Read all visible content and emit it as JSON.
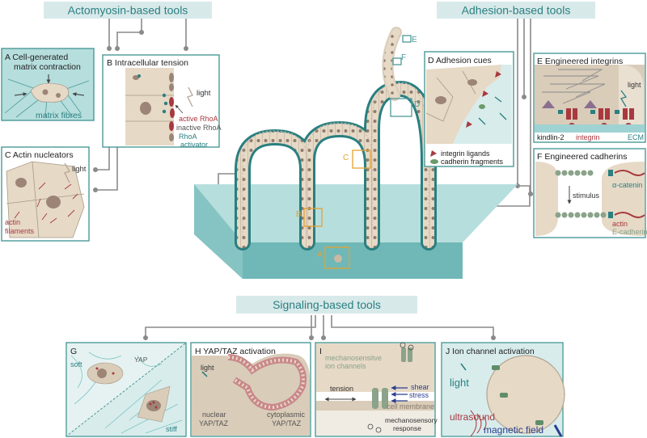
{
  "sections": {
    "actomyosin": "Actomyosin-based tools",
    "adhesion": "Adhesion-based tools",
    "signaling": "Signaling-based tools"
  },
  "panels": {
    "A": {
      "title_line1": "A Cell-generated",
      "title_line2": "matrix contraction",
      "label": "matrix fibres"
    },
    "B": {
      "title": "B  Intracellular tension",
      "light": "light",
      "active": "active RhoA",
      "inactive": "inactive RhoA",
      "activator1": "RhoA",
      "activator2": "activator"
    },
    "C": {
      "title": "C Actin nucleators",
      "light": "light",
      "actin1": "actin",
      "actin2": "filaments"
    },
    "D": {
      "title": "D  Adhesion cues",
      "legend1": "integrin ligands",
      "legend2": "cadherin fragments"
    },
    "E": {
      "title": "E  Engineered integrins",
      "light": "light",
      "kindlin": "kindlin-2",
      "integrin": "integrin",
      "ecm": "ECM"
    },
    "F": {
      "title": "F  Engineered cadherins",
      "stimulus": "stimulus",
      "catenin": "α-catenin",
      "actin": "actin",
      "cadherin": "E-cadherin"
    },
    "G": {
      "title": "G",
      "soft": "soft",
      "stiff": "stiff",
      "yap": "YAP"
    },
    "H": {
      "title": "H  YAP/TAZ activation",
      "light": "light",
      "nuclear1": "nuclear",
      "nuclear2": "YAP/TAZ",
      "cyto1": "cytoplasmic",
      "cyto2": "YAP/TAZ"
    },
    "I": {
      "title": "I",
      "channels1": "mechanosensitve",
      "channels2": "ion channels",
      "tension": "tension",
      "shear1": "shear",
      "shear2": "stress",
      "membrane": "cell membrane",
      "response1": "mechanosensory",
      "response2": "response"
    },
    "J": {
      "title": "J  Ion channel activation",
      "light": "light",
      "ultrasound": "ultrasound",
      "magnetic": "magnetic field"
    }
  },
  "center": {
    "markers": [
      "A",
      "B",
      "C",
      "D",
      "E",
      "F"
    ]
  },
  "colors": {
    "teal": "#4a9a98",
    "teal_dark": "#2a7f80",
    "header_bg": "#d8e9ea",
    "cell": "#e6d9c6",
    "nucleus": "#9c8576",
    "red": "#a8393f",
    "orange": "#e4a232",
    "navy": "#2a3f8f",
    "connector": "#8a8a8a"
  }
}
